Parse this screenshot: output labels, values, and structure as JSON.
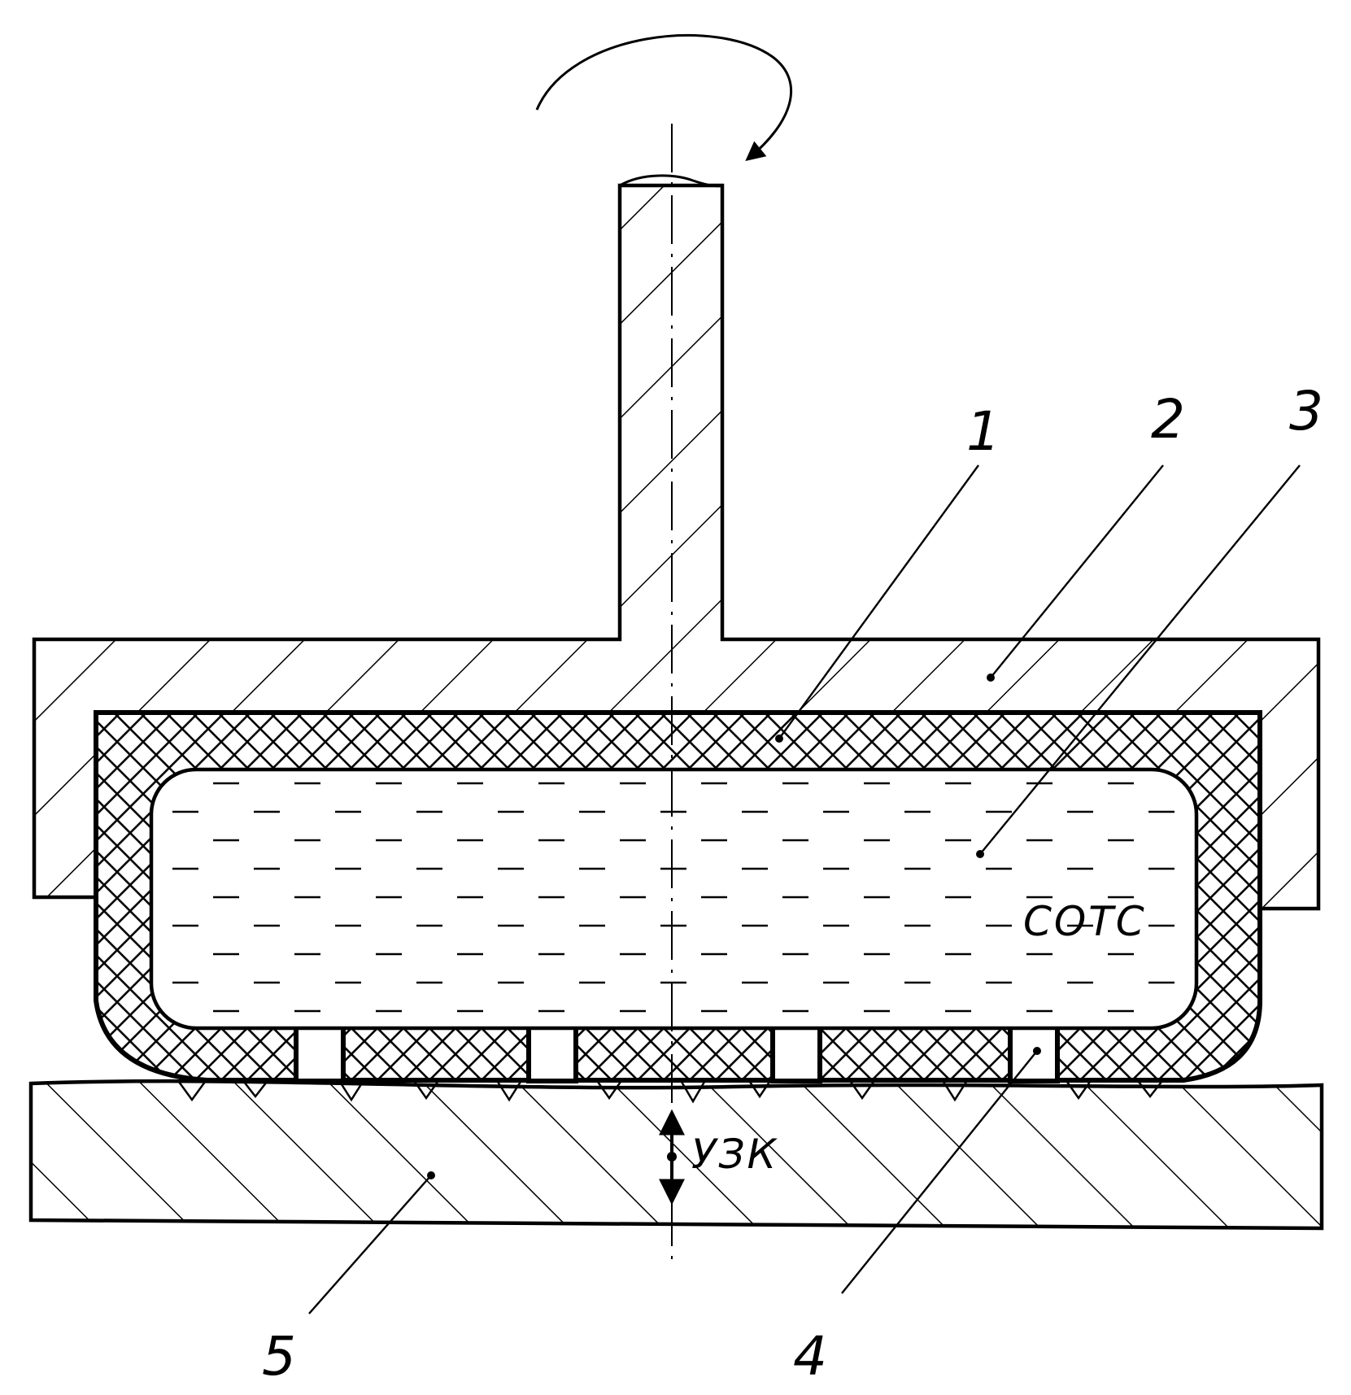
{
  "figure": {
    "callouts": [
      {
        "number": "1",
        "part": "1"
      },
      {
        "number": "2",
        "part": "2"
      },
      {
        "number": "3",
        "part": "3"
      },
      {
        "number": "4",
        "part": "4"
      },
      {
        "number": "5",
        "part": "5"
      }
    ],
    "fluid_label": "COTC",
    "ultrasound_label": "УЗК"
  },
  "colors": {
    "ink": "#000000",
    "paper": "#ffffff"
  }
}
